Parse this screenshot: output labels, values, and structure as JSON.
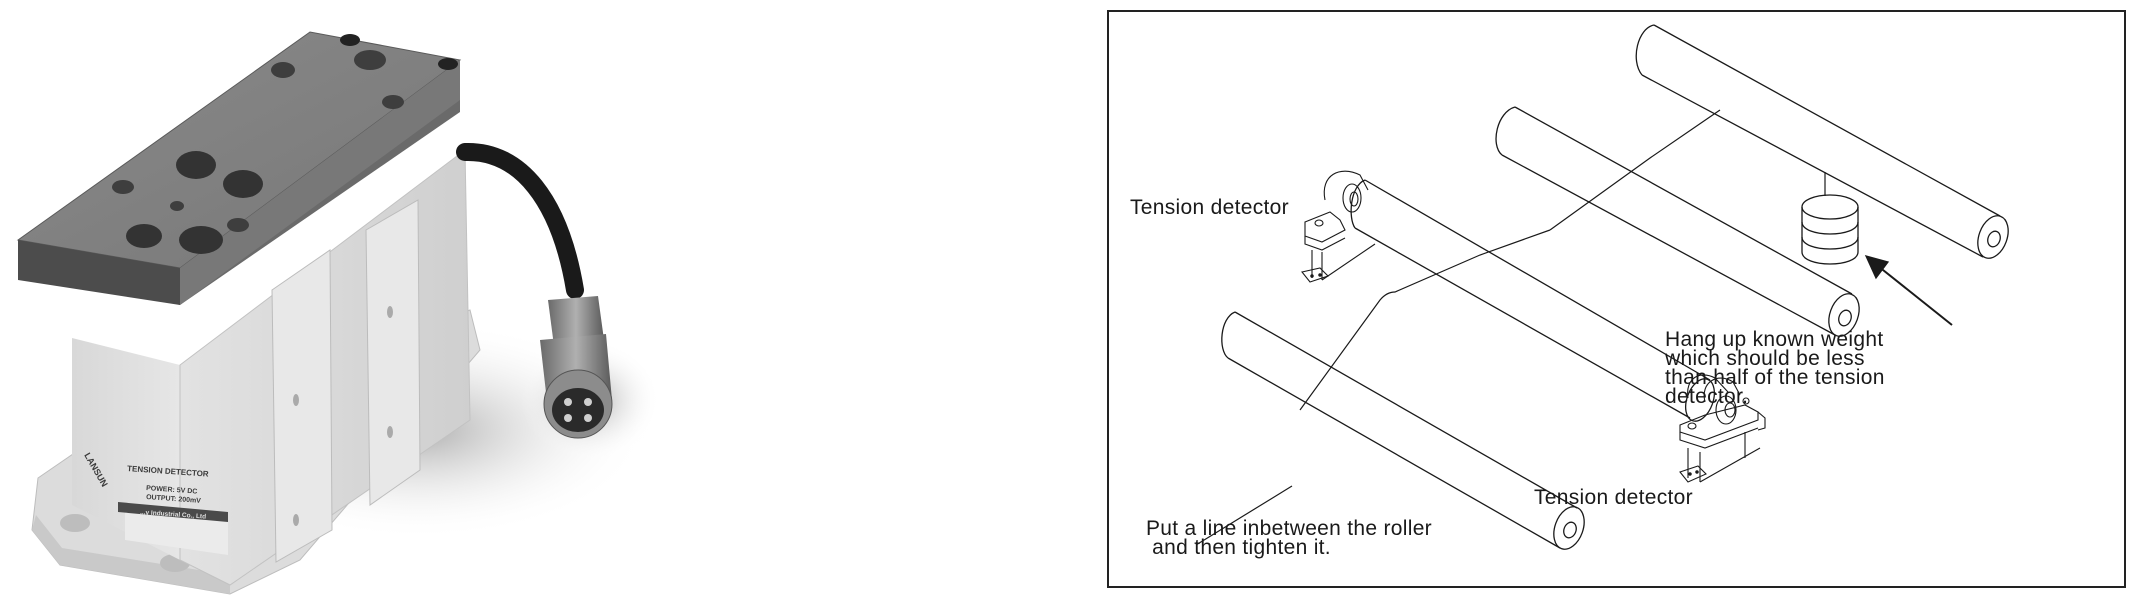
{
  "product_photo": {
    "label_title": "TENSION DETECTOR",
    "label_power": "POWER: 5V DC",
    "label_output": "OUTPUT: 200mV",
    "label_company": "...y Industrial Co., Ltd",
    "label_brand": "LANSUN"
  },
  "diagram": {
    "labels": {
      "tension_detector_left": "Tension detector",
      "tension_detector_right": "Tension detector",
      "weight_note": "Hang up known weight\nwhich should be less\nthan half of the tension\ndetector.",
      "line_note": "Put a line inbetween the roller\n and then tighten it."
    },
    "components": [
      "roller-1",
      "roller-2",
      "roller-3",
      "roller-4",
      "tension-detector-left",
      "tension-detector-right",
      "weight-stack",
      "arrow"
    ]
  }
}
